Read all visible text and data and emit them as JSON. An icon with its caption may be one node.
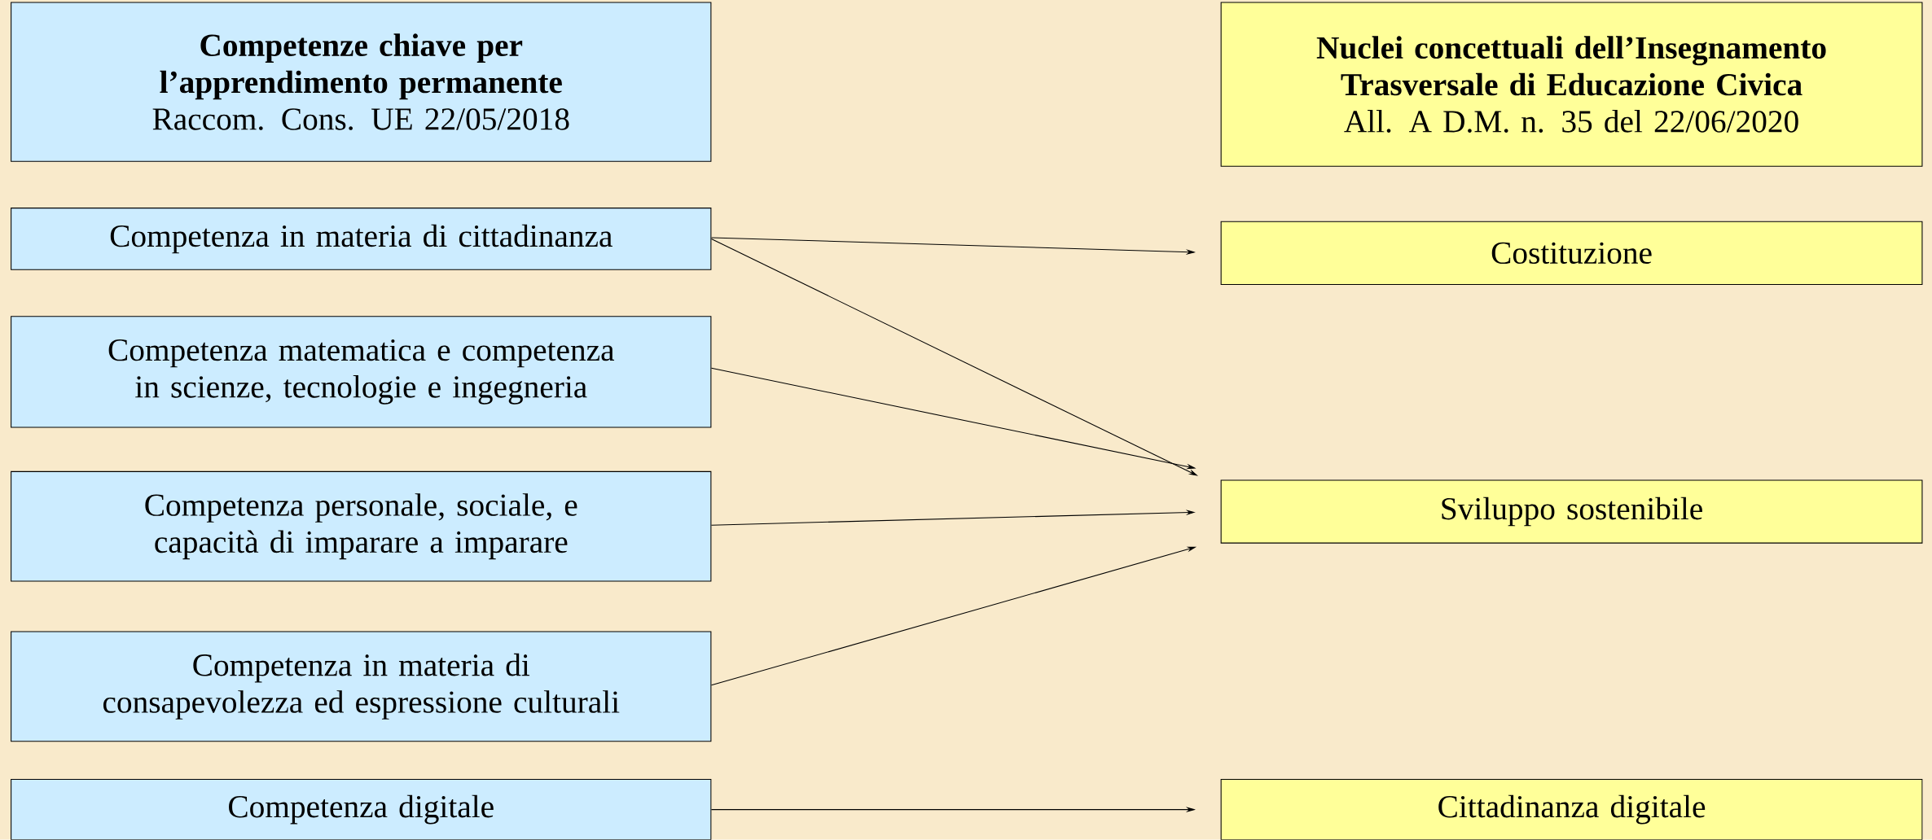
{
  "diagram": {
    "nodes": [
      {
        "text": [
          "Competenze chiave per l’apprendimento permanente",
          "Raccom. Cons. UE 22/05/2018"
        ]
      },
      {
        "text": [
          "Nuclei concettuali dell’Insegnamento Trasversale di Educazione Civica",
          "All. A D.M. n. 35 del 22/06/2020"
        ]
      },
      {
        "text": [
          "Competenza in materia di cittadinanza"
        ]
      },
      {
        "text": [
          "Costituzione"
        ]
      },
      {
        "text": [
          "Competenza matematica e competenza in scienze, tecnologie e ingegneria"
        ]
      },
      {
        "text": [
          "Competenza personale, sociale, e capacità di imparare a imparare"
        ]
      },
      {
        "text": [
          "Sviluppo sostenibile"
        ]
      },
      {
        "text": [
          "Competenza in materia di consapevolezza ed espressione culturali"
        ]
      },
      {
        "text": [
          "Competenza digitale"
        ]
      },
      {
        "text": [
          "Cittadinanza digitale"
        ]
      }
    ],
    "edges": [
      {
        "from": 2,
        "to": 3,
        "arrow": "to"
      },
      {
        "from": 2,
        "to": 6,
        "arrow": "to"
      },
      {
        "from": 4,
        "to": 6,
        "arrow": "to"
      },
      {
        "from": 5,
        "to": 6,
        "arrow": "to"
      },
      {
        "from": 7,
        "to": 6,
        "arrow": "to"
      },
      {
        "from": 8,
        "to": 9,
        "arrow": "to"
      }
    ]
  }
}
